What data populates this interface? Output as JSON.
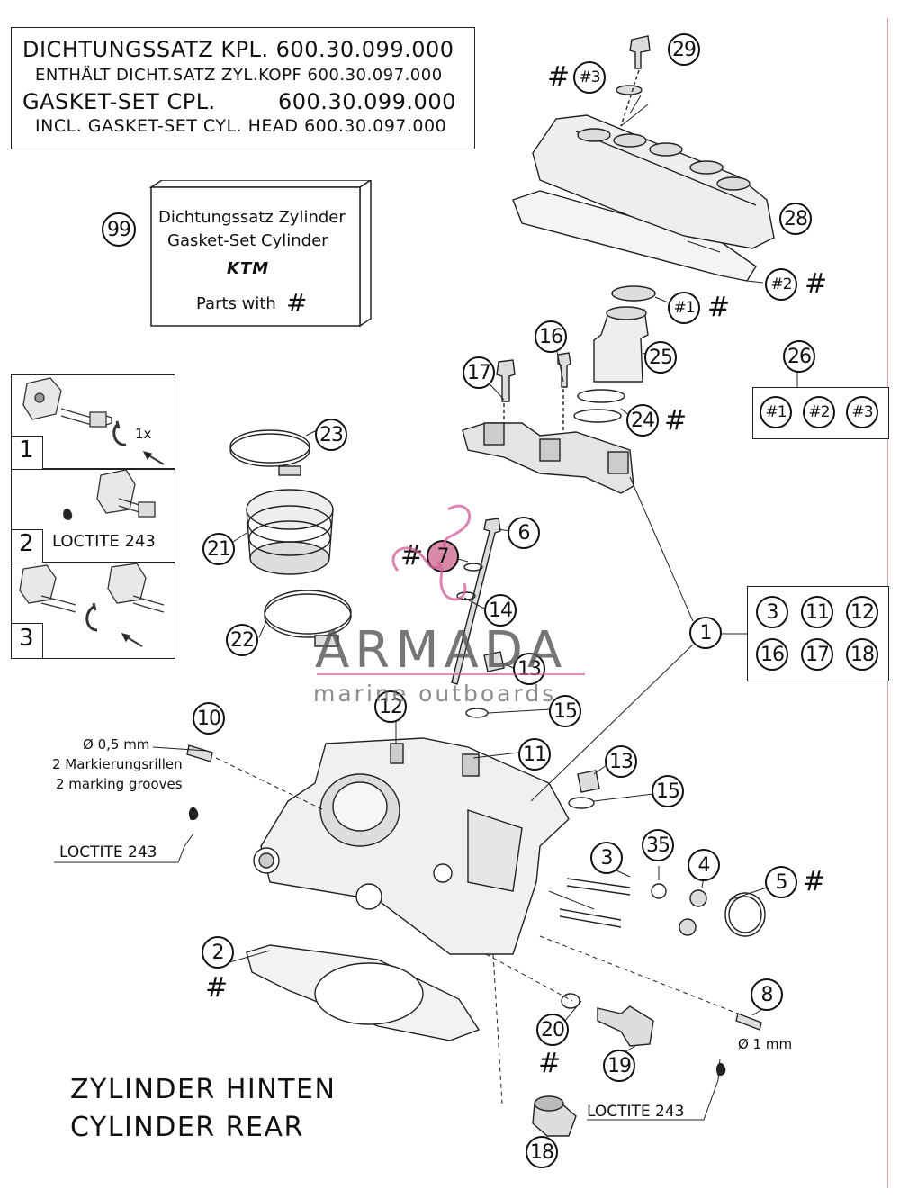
{
  "header": {
    "line1": "DICHTUNGSSATZ KPL. 600.30.099.000",
    "line2": "ENTHÄLT DICHT.SATZ ZYL.KOPF 600.30.097.000",
    "line3_left": "GASKET-SET CPL.",
    "line3_right": "600.30.099.000",
    "line4": "INCL. GASKET-SET CYL. HEAD 600.30.097.000"
  },
  "gasket_box": {
    "ref": "99",
    "line1": "Dichtungssatz Zylinder",
    "line2": "Gasket-Set Cylinder",
    "brand": "KTM",
    "line3": "Parts with",
    "hash": "#"
  },
  "steps": [
    {
      "num": "1",
      "label": "1x"
    },
    {
      "num": "2",
      "label": "LOCTITE 243"
    },
    {
      "num": "3",
      "label": ""
    }
  ],
  "group_26": {
    "ref": "26",
    "items": [
      "#1",
      "#2",
      "#3"
    ]
  },
  "group_1": {
    "ref": "1",
    "items": [
      "3",
      "11",
      "12",
      "16",
      "17",
      "18"
    ]
  },
  "annotations": {
    "dim_05": "Ø 0,5 mm",
    "grooves_de": "2 Markierungsrillen",
    "grooves_en": "2 marking grooves",
    "loctite_left": "LOCTITE 243",
    "loctite_bottom": "LOCTITE 243",
    "dim_1": "Ø 1 mm"
  },
  "callouts": [
    {
      "id": "29",
      "text": "29"
    },
    {
      "id": "hash3",
      "text": "#3"
    },
    {
      "id": "28",
      "text": "28"
    },
    {
      "id": "hash2",
      "text": "#2"
    },
    {
      "id": "hash1",
      "text": "#1"
    },
    {
      "id": "25",
      "text": "25"
    },
    {
      "id": "16",
      "text": "16"
    },
    {
      "id": "17",
      "text": "17"
    },
    {
      "id": "24",
      "text": "24"
    },
    {
      "id": "23",
      "text": "23"
    },
    {
      "id": "21",
      "text": "21"
    },
    {
      "id": "22",
      "text": "22"
    },
    {
      "id": "6",
      "text": "6"
    },
    {
      "id": "7",
      "text": "7"
    },
    {
      "id": "14",
      "text": "14"
    },
    {
      "id": "13a",
      "text": "13"
    },
    {
      "id": "15a",
      "text": "15"
    },
    {
      "id": "12",
      "text": "12"
    },
    {
      "id": "11",
      "text": "11"
    },
    {
      "id": "13b",
      "text": "13"
    },
    {
      "id": "15b",
      "text": "15"
    },
    {
      "id": "10",
      "text": "10"
    },
    {
      "id": "3",
      "text": "3"
    },
    {
      "id": "35",
      "text": "35"
    },
    {
      "id": "4",
      "text": "4"
    },
    {
      "id": "5",
      "text": "5"
    },
    {
      "id": "2",
      "text": "2"
    },
    {
      "id": "8",
      "text": "8"
    },
    {
      "id": "20",
      "text": "20"
    },
    {
      "id": "19",
      "text": "19"
    },
    {
      "id": "18",
      "text": "18"
    }
  ],
  "hash_symbol": "#",
  "watermark": {
    "name": "ARMADA",
    "sub": "marine outboards"
  },
  "footer": {
    "line1": "ZYLINDER HINTEN",
    "line2": "CYLINDER REAR"
  },
  "colors": {
    "ink": "#111111",
    "watermark_pink": "#d45b9a",
    "watermark_gray": "#555555",
    "highlight": "#d88aa8",
    "border_red": "#e07070"
  }
}
